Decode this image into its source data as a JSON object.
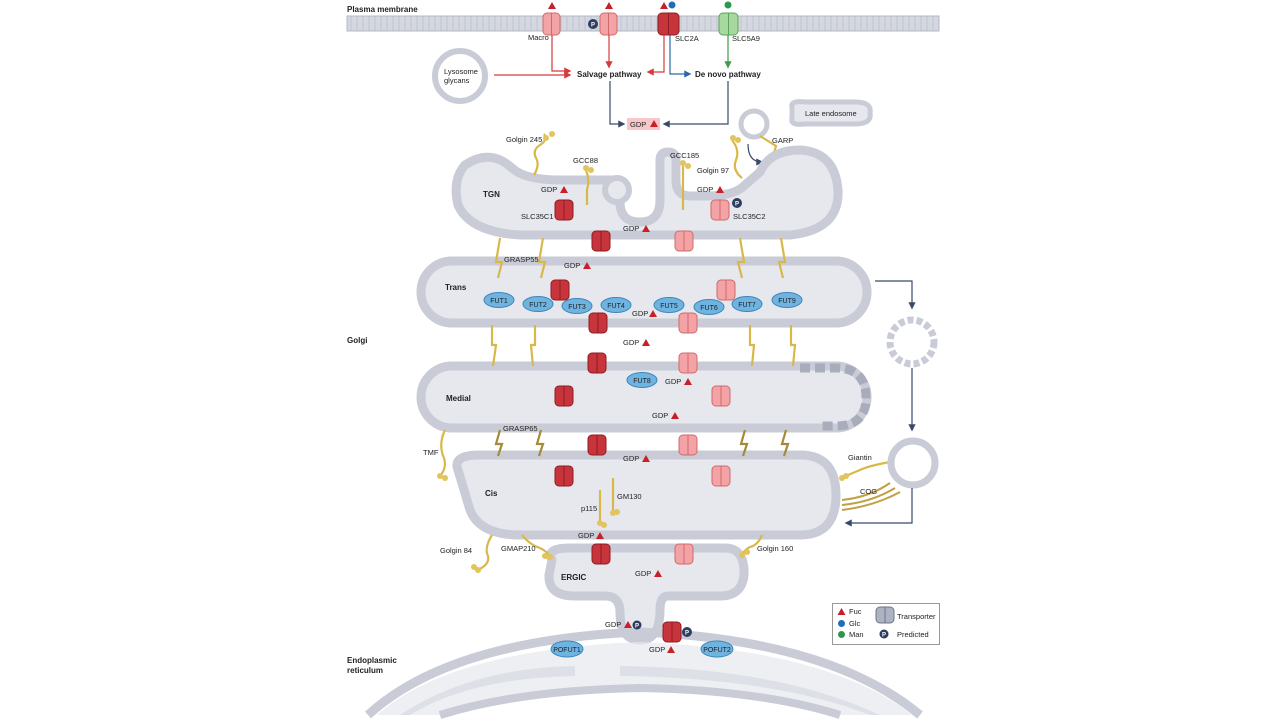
{
  "section_labels": {
    "plasma_membrane": "Plasma membrane",
    "golgi": "Golgi",
    "er_line1": "Endoplasmic",
    "er_line2": "reticulum"
  },
  "pathways": {
    "salvage": "Salvage pathway",
    "de_novo": "De novo pathway",
    "lysosome_line1": "Lysosome",
    "lysosome_line2": "glycans",
    "late_endosome": "Late endosome"
  },
  "transporters": {
    "macro": "Macro",
    "slc2a": "SLC2A",
    "slc5a9": "SLC5A9",
    "slc35c1": "SLC35C1",
    "slc35c2": "SLC35C2"
  },
  "cisternae": {
    "tgn": "TGN",
    "trans": "Trans",
    "medial": "Medial",
    "cis": "Cis",
    "ergic": "ERGIC"
  },
  "tethers": {
    "golgin245": "Golgin 245",
    "gcc88": "GCC88",
    "gcc185": "GCC185",
    "golgin97": "Golgin 97",
    "garp": "GARP",
    "grasp55": "GRASP55",
    "grasp65": "GRASP65",
    "tmf": "TMF",
    "gm130": "GM130",
    "p115": "p115",
    "giantin": "Giantin",
    "cog": "COG",
    "golgin84": "Golgin 84",
    "gmap210": "GMAP210",
    "golgin160": "Golgin 160"
  },
  "enzymes": {
    "fut1": "FUT1",
    "fut2": "FUT2",
    "fut3": "FUT3",
    "fut4": "FUT4",
    "fut5": "FUT5",
    "fut6": "FUT6",
    "fut7": "FUT7",
    "fut9": "FUT9",
    "fut8": "FUT8",
    "pofut1": "POFUT1",
    "pofut2": "POFUT2"
  },
  "gdp_label": "GDP",
  "legend": {
    "fuc": "Fuc",
    "glc": "Glc",
    "man": "Man",
    "transporter": "Transporter",
    "predicted": "Predicted",
    "p_symbol": "P"
  },
  "colors": {
    "membrane": "#c9ccd6",
    "membrane_dark": "#a9adbb",
    "lumen": "#e6e8ee",
    "fucose": "#c8202a",
    "glucose": "#1d6fb8",
    "mannose": "#2a9a4a",
    "transporter_dark": "#c8343b",
    "transporter_light": "#f3a3a5",
    "enzyme": "#6fb3e0",
    "tether": "#d9b84a",
    "arrow_red": "#d63a3a",
    "arrow_blue": "#2a6aa8",
    "arrow_green": "#3e9b46",
    "arrow_navy": "#3a4a6a"
  }
}
